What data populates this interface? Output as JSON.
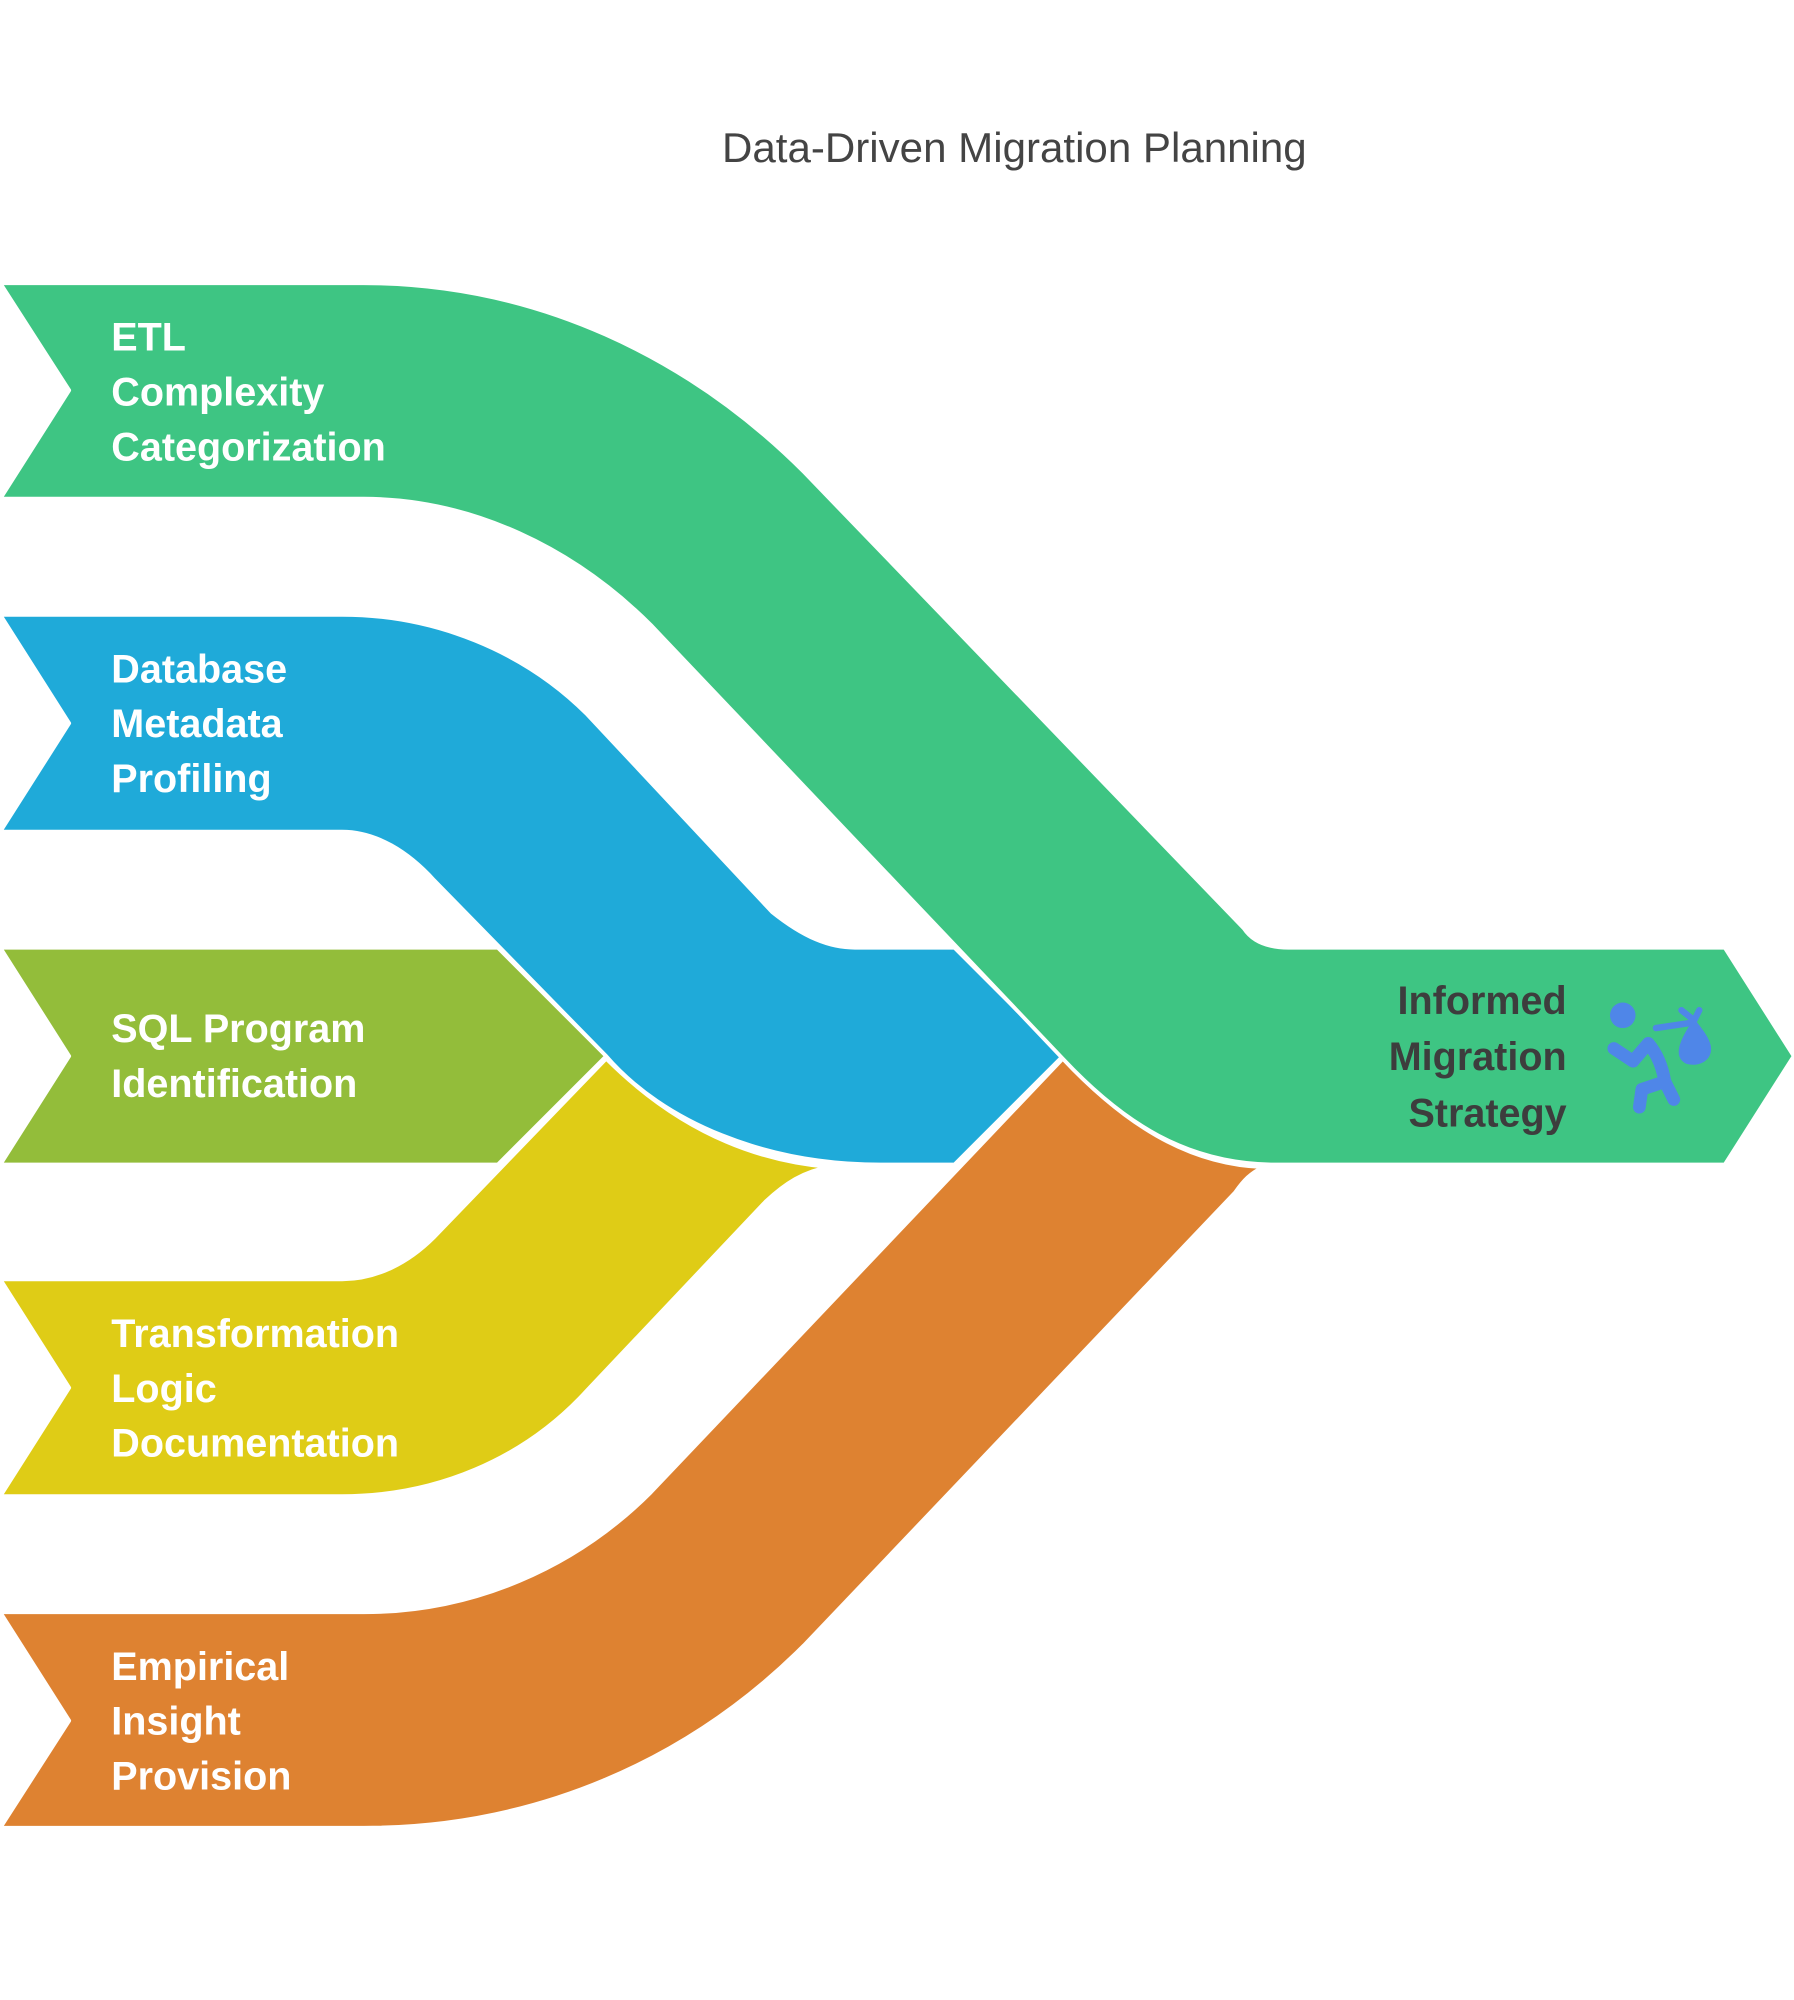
{
  "title": "Data-Driven Migration Planning",
  "inputs": [
    {
      "lines": [
        "ETL",
        "Complexity",
        "Categorization"
      ],
      "color": "#3ec583"
    },
    {
      "lines": [
        "Database",
        "Metadata",
        "Profiling"
      ],
      "color": "#1faad9"
    },
    {
      "lines": [
        "SQL Program",
        "Identification"
      ],
      "color": "#93bd3a"
    },
    {
      "lines": [
        "Transformation",
        "Logic",
        "Documentation"
      ],
      "color": "#dfcc16"
    },
    {
      "lines": [
        "Empirical",
        "Insight",
        "Provision"
      ],
      "color": "#de8231"
    }
  ],
  "output": {
    "lines": [
      "Informed",
      "Migration",
      "Strategy"
    ],
    "color": "#3ec583",
    "icon": "person-carrying-bundle-icon",
    "icon_color": "#4f86e8"
  }
}
